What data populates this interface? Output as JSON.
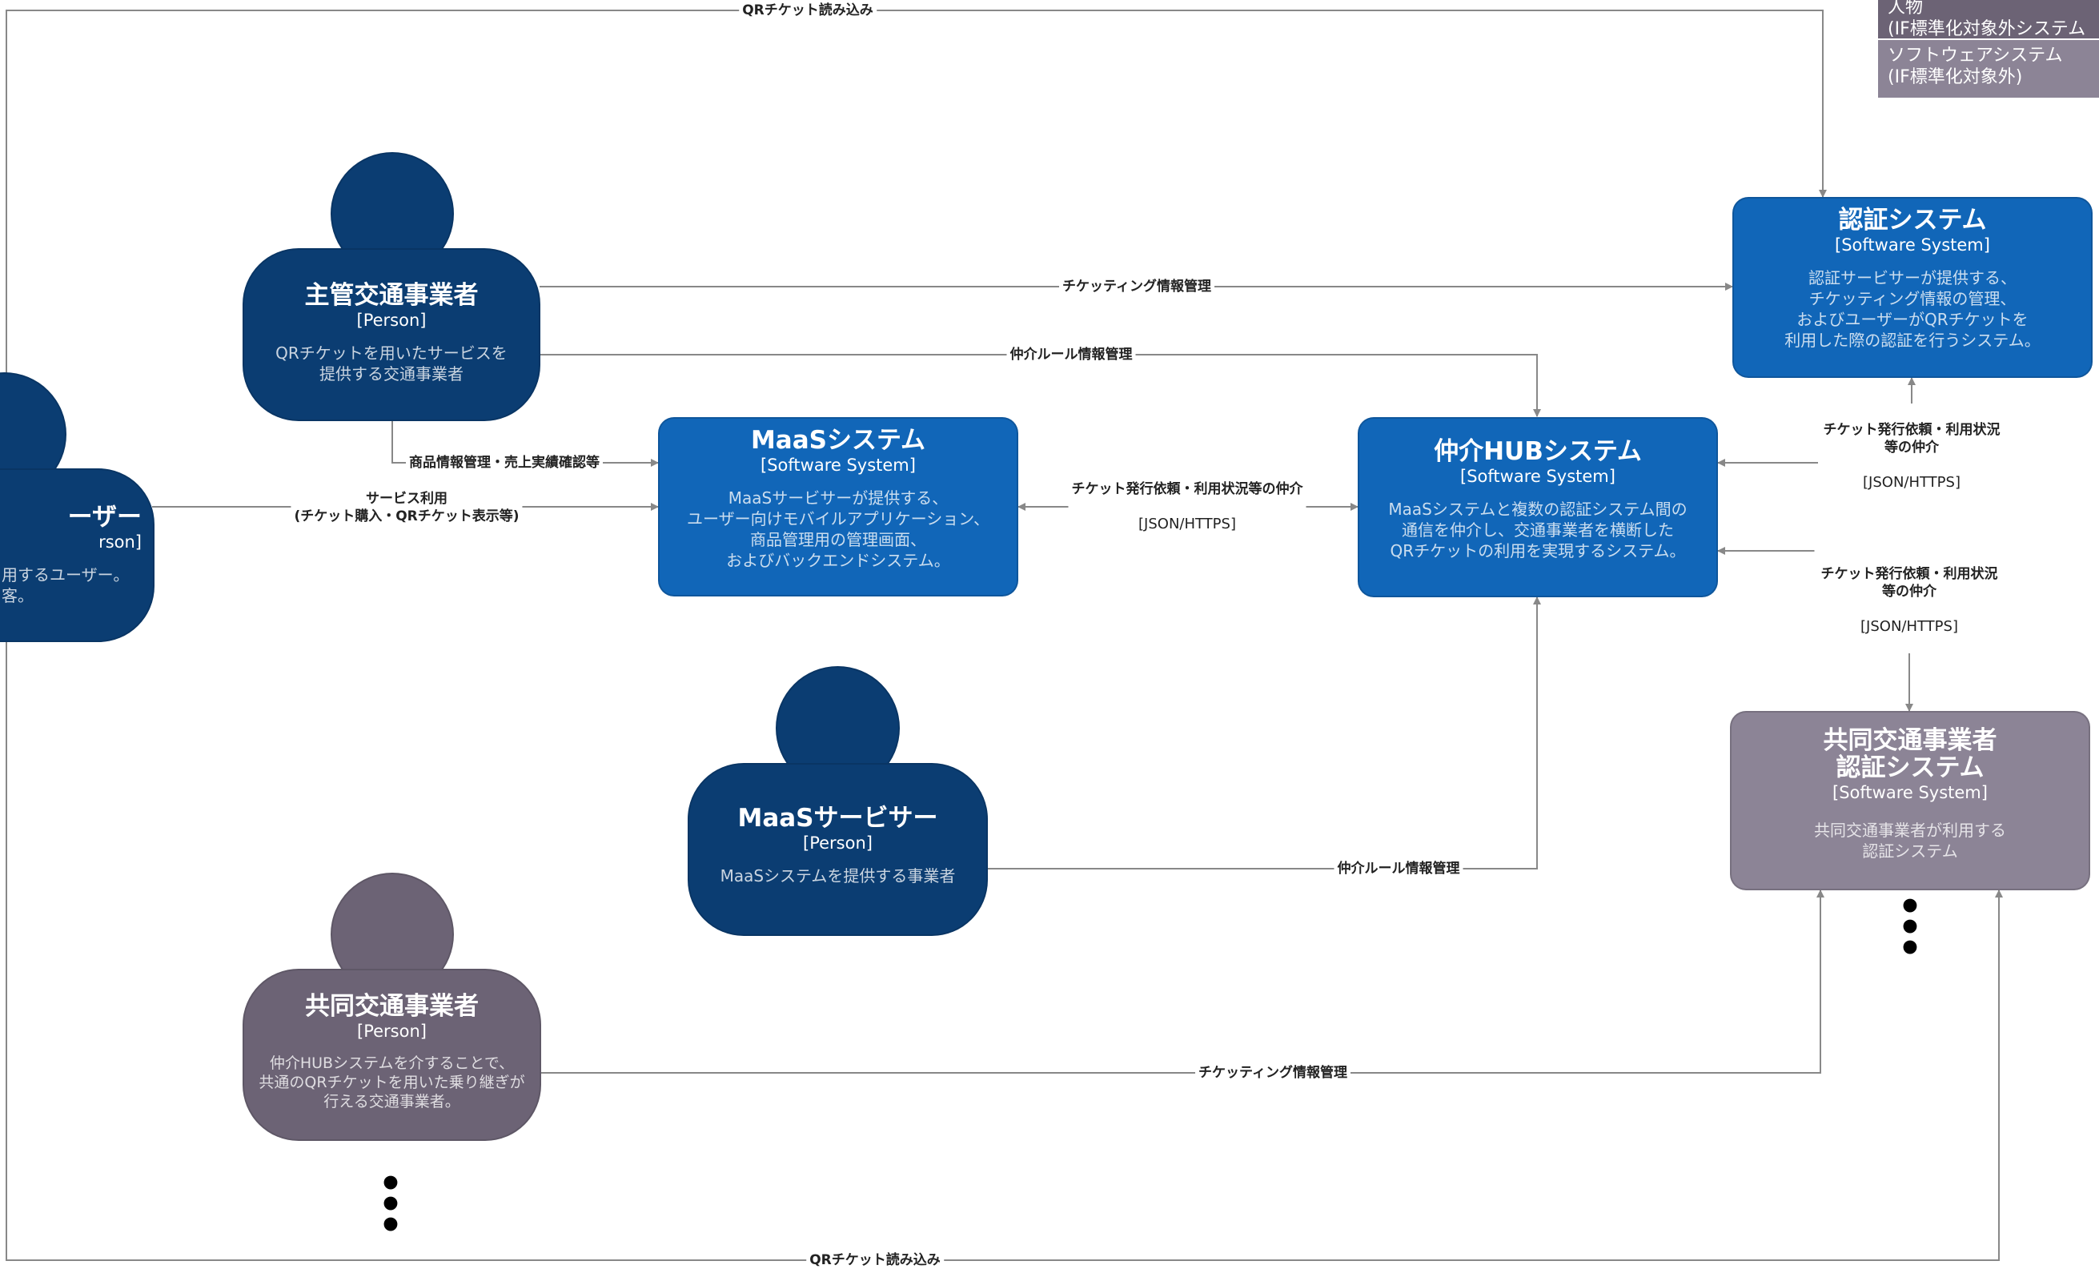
{
  "nodes": {
    "shukan_person": {
      "title": "主管交通事業者",
      "type": "[Person]",
      "desc": "QRチケットを用いたサービスを\n提供する交通事業者"
    },
    "user_person": {
      "title": "ーザー",
      "type": "rson]",
      "desc": "用するユーザー。\n客。"
    },
    "maas_servicer": {
      "title": "MaaSサービサー",
      "type": "[Person]",
      "desc": "MaaSシステムを提供する事業者"
    },
    "kyodo_person": {
      "title": "共同交通事業者",
      "type": "[Person]",
      "desc": "仲介HUBシステムを介することで、\n共通のQRチケットを用いた乗り継ぎが\n行える交通事業者。"
    },
    "maas_system": {
      "title": "MaaSシステム",
      "type": "[Software System]",
      "desc": "MaaSサービサーが提供する、\nユーザー向けモバイルアプリケーション、\n商品管理用の管理画面、\nおよびバックエンドシステム。"
    },
    "hub_system": {
      "title": "仲介HUBシステム",
      "type": "[Software System]",
      "desc": "MaaSシステムと複数の認証システム間の\n通信を仲介し、交通事業者を横断した\nQRチケットの利用を実現するシステム。"
    },
    "auth_system": {
      "title": "認証システム",
      "type": "[Software System]",
      "desc": "認証サービサーが提供する、\nチケッティング情報の管理、\nおよびユーザーがQRチケットを\n利用した際の認証を行うシステム。"
    },
    "kyodo_auth": {
      "title": "共同交通事業者\n認証システム",
      "type": "[Software System]",
      "desc": "共同交通事業者が利用する\n認証システム"
    }
  },
  "edges": {
    "qr_top": {
      "label": "QRチケット読み込み"
    },
    "qr_bottom": {
      "label": "QRチケット読み込み"
    },
    "ticketing_shukan": {
      "label": "チケッティング情報管理"
    },
    "rule_shukan": {
      "label": "仲介ルール情報管理"
    },
    "product_mgmt": {
      "label": "商品情報管理・売上実績確認等"
    },
    "service_use": {
      "label": "サービス利用\n(チケット購入・QRチケット表示等)"
    },
    "maas_hub": {
      "label": "チケット発行依頼・利用状況等の仲介",
      "tech": "[JSON/HTTPS]"
    },
    "hub_auth": {
      "label": "チケット発行依頼・利用状況等の仲介",
      "tech": "[JSON/HTTPS]"
    },
    "hub_kyodo": {
      "label": "チケット発行依頼・利用状況等の仲介",
      "tech": "[JSON/HTTPS]"
    },
    "rule_servicer": {
      "label": "仲介ルール情報管理"
    },
    "ticketing_kyodo": {
      "label": "チケッティング情報管理"
    }
  },
  "legend": {
    "person": "人物\n(IF標準化対象外システム",
    "software": "ソフトウェアシステム\n(IF標準化対象外)"
  },
  "colors": {
    "person_dark": "#0b3d72",
    "person_gray": "#6c6375",
    "system_blue": "#1166b8",
    "system_gray": "#8c8496",
    "edge": "#888888"
  }
}
